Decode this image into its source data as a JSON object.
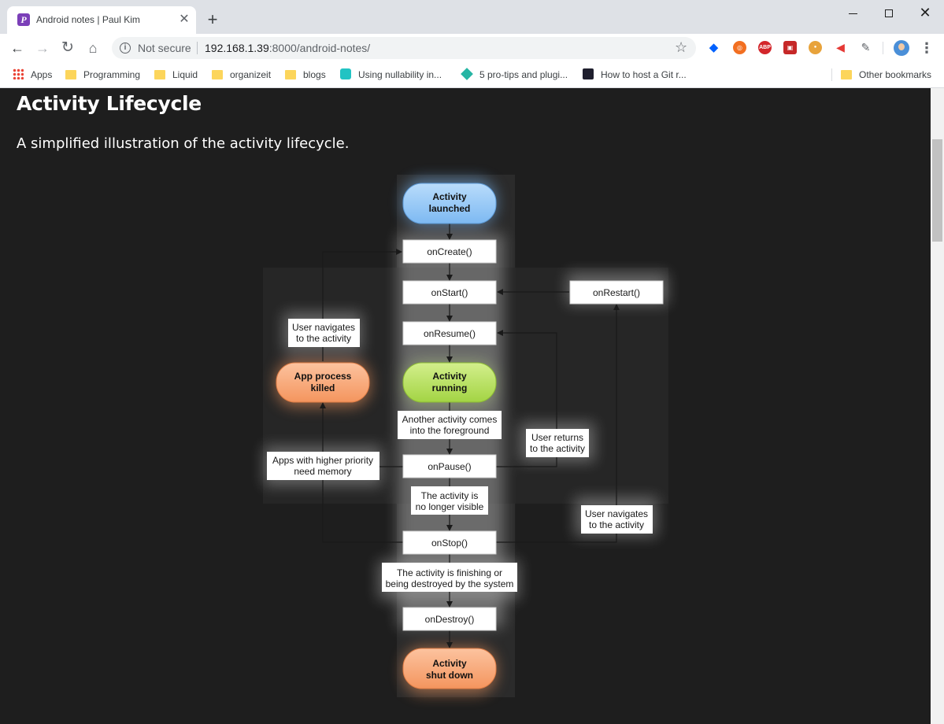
{
  "tab": {
    "favicon": "P",
    "title": "Android notes | Paul Kim",
    "close": "✕"
  },
  "toolbar": {
    "security": "Not secure",
    "url_host": "192.168.1.39",
    "url_rest": ":8000/android-notes/"
  },
  "bookmarks": {
    "items": [
      {
        "label": "Apps",
        "icon": "apps-grid-icon"
      },
      {
        "label": "Programming",
        "icon": "folder-icon"
      },
      {
        "label": "Liquid",
        "icon": "folder-icon"
      },
      {
        "label": "organizeit",
        "icon": "folder-icon"
      },
      {
        "label": "blogs",
        "icon": "folder-icon"
      },
      {
        "label": "Using nullability in...",
        "icon": "kotlin-icon"
      },
      {
        "label": "5 pro-tips and plugi...",
        "icon": "diamond-icon"
      },
      {
        "label": "How to host a Git r...",
        "icon": "git-icon"
      }
    ],
    "other": "Other bookmarks"
  },
  "page": {
    "title": "Activity Lifecycle",
    "subtitle": "A simplified illustration of the activity lifecycle."
  },
  "diagram": {
    "states": {
      "launched": [
        "Activity",
        "launched"
      ],
      "running": [
        "Activity",
        "running"
      ],
      "killed": [
        "App process",
        "killed"
      ],
      "shutdown": [
        "Activity",
        "shut down"
      ]
    },
    "callbacks": {
      "on_create": "onCreate()",
      "on_start": "onStart()",
      "on_resume": "onResume()",
      "on_pause": "onPause()",
      "on_stop": "onStop()",
      "on_destroy": "onDestroy()",
      "on_restart": "onRestart()"
    },
    "labels": {
      "another_activity": [
        "Another activity comes",
        "into the foreground"
      ],
      "no_longer_visible": [
        "The activity is",
        "no longer visible"
      ],
      "finishing": [
        "The activity is finishing or",
        "being destroyed by the system"
      ],
      "user_returns": [
        "User returns",
        "to the activity"
      ],
      "user_nav_left": [
        "User navigates",
        "to the activity"
      ],
      "user_nav_right": [
        "User navigates",
        "to the activity"
      ],
      "higher_priority": [
        "Apps with higher priority",
        "need memory"
      ]
    },
    "colors": {
      "blue": "#8ec5f7",
      "green": "#b7e05a",
      "orange": "#f7a87a"
    }
  }
}
